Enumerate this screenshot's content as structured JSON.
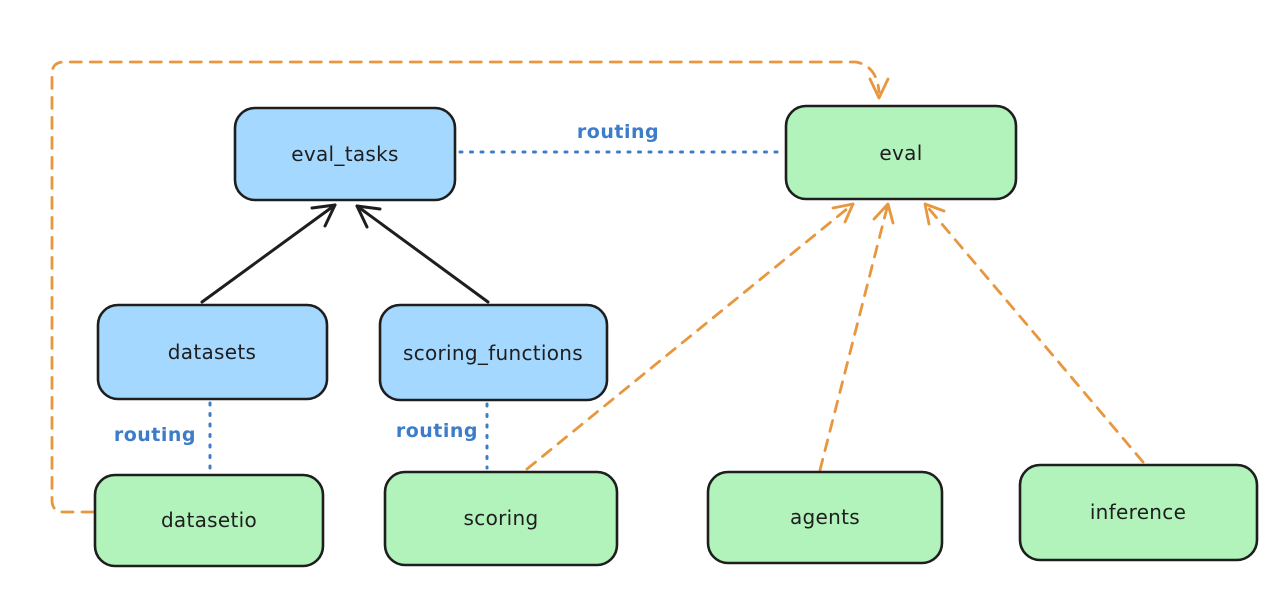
{
  "diagram": {
    "background": "#ffffff",
    "colors": {
      "registry_fill": "#a5d8ff",
      "api_fill": "#b2f2bb",
      "node_stroke": "#1e1e1e",
      "provider_orange": "#e8973e",
      "routing_blue": "#3d7cc9"
    },
    "edge_label": "routing",
    "nodes": {
      "eval_tasks": {
        "label": "eval_tasks",
        "kind": "registry"
      },
      "eval": {
        "label": "eval",
        "kind": "api"
      },
      "datasets": {
        "label": "datasets",
        "kind": "registry"
      },
      "scoring_functions": {
        "label": "scoring_functions",
        "kind": "registry"
      },
      "datasetio": {
        "label": "datasetio",
        "kind": "api"
      },
      "scoring": {
        "label": "scoring",
        "kind": "api"
      },
      "agents": {
        "label": "agents",
        "kind": "api"
      },
      "inference": {
        "label": "inference",
        "kind": "api"
      }
    },
    "edges": [
      {
        "from": "datasets",
        "to": "eval_tasks",
        "style": "solid-arrow",
        "color": "black"
      },
      {
        "from": "scoring_functions",
        "to": "eval_tasks",
        "style": "solid-arrow",
        "color": "black"
      },
      {
        "from": "eval_tasks",
        "to": "eval",
        "style": "dotted",
        "label": "routing",
        "color": "blue"
      },
      {
        "from": "datasets",
        "to": "datasetio",
        "style": "dotted",
        "label": "routing",
        "color": "blue"
      },
      {
        "from": "scoring_functions",
        "to": "scoring",
        "style": "dotted",
        "label": "routing",
        "color": "blue"
      },
      {
        "from": "datasetio",
        "to": "eval",
        "style": "dashed-arrow",
        "color": "orange"
      },
      {
        "from": "scoring",
        "to": "eval",
        "style": "dashed-arrow",
        "color": "orange"
      },
      {
        "from": "agents",
        "to": "eval",
        "style": "dashed-arrow",
        "color": "orange"
      },
      {
        "from": "inference",
        "to": "eval",
        "style": "dashed-arrow",
        "color": "orange"
      }
    ]
  }
}
